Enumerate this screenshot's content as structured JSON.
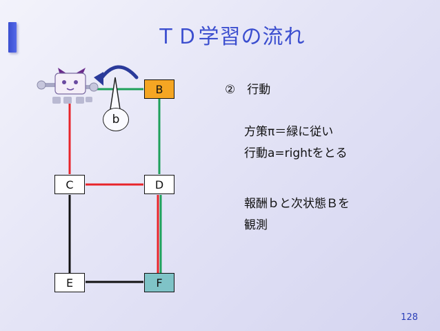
{
  "title": "ＴＤ学習の流れ",
  "nodes": {
    "B": {
      "label": "B",
      "fill": "#f5a623"
    },
    "C": {
      "label": "C",
      "fill": "#ffffff"
    },
    "D": {
      "label": "D",
      "fill": "#ffffff"
    },
    "E": {
      "label": "E",
      "fill": "#ffffff"
    },
    "F": {
      "label": "F",
      "fill": "#7fc3c7"
    }
  },
  "callout": {
    "label": "b"
  },
  "colors": {
    "red": "#e8242a",
    "green": "#1ea05a",
    "black": "#111111",
    "accent": "#3b4ecf"
  },
  "icons": {
    "agent": "robot-cat-icon",
    "arrow": "curved-arrow-icon"
  },
  "step": {
    "heading": "②　行動",
    "line1": "方策π＝緑に従い",
    "line2": "行動a=rightをとる",
    "line3": "報酬ｂと次状態Ｂを",
    "line4": "観測"
  },
  "page_number": "128"
}
